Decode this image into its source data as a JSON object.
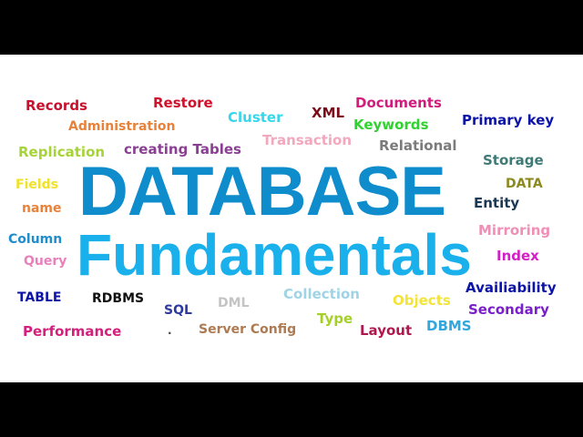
{
  "title": {
    "line1": "DATABASE",
    "line2": "Fundamentals",
    "line1_color": "#0e8ccc",
    "line2_color": "#1ab0ec"
  },
  "words": [
    {
      "text": "Records",
      "color": "#c8102e"
    },
    {
      "text": "Restore",
      "color": "#d0112b"
    },
    {
      "text": "Administration",
      "color": "#e8823a"
    },
    {
      "text": "Cluster",
      "color": "#35d7ea"
    },
    {
      "text": "XML",
      "color": "#7a0c1a"
    },
    {
      "text": "Documents",
      "color": "#d11c7e"
    },
    {
      "text": "Keywords",
      "color": "#2fd22f"
    },
    {
      "text": "Primary key",
      "color": "#0c14a8"
    },
    {
      "text": "Replication",
      "color": "#a6d437"
    },
    {
      "text": "creating Tables",
      "color": "#8b3f93"
    },
    {
      "text": "Transaction",
      "color": "#f2a8be"
    },
    {
      "text": "Relational",
      "color": "#7b7b7b"
    },
    {
      "text": "Storage",
      "color": "#3e7b76"
    },
    {
      "text": "Fields",
      "color": "#f0e22a"
    },
    {
      "text": "DATA",
      "color": "#8c8a1e"
    },
    {
      "text": "name",
      "color": "#e8823a"
    },
    {
      "text": "Entity",
      "color": "#1c3954"
    },
    {
      "text": "Mirroring",
      "color": "#f08fb6"
    },
    {
      "text": "Column",
      "color": "#1f8ccc"
    },
    {
      "text": "Query",
      "color": "#e97fbc"
    },
    {
      "text": "Index",
      "color": "#d41fc7"
    },
    {
      "text": "Availiability",
      "color": "#0c14a8"
    },
    {
      "text": "TABLE",
      "color": "#0c14a8"
    },
    {
      "text": "RDBMS",
      "color": "#111111"
    },
    {
      "text": "DML",
      "color": "#c4c4c4"
    },
    {
      "text": "Collection",
      "color": "#9fd4e6"
    },
    {
      "text": "Objects",
      "color": "#f2e43a"
    },
    {
      "text": "Secondary",
      "color": "#7a1fc9"
    },
    {
      "text": "SQL",
      "color": "#2f3aa0"
    },
    {
      "text": "Type",
      "color": "#a6cf2a"
    },
    {
      "text": "Performance",
      "color": "#d41f7d"
    },
    {
      "text": ".",
      "color": "#444444"
    },
    {
      "text": "Server Config",
      "color": "#ae7a52"
    },
    {
      "text": "Layout",
      "color": "#b0174e"
    },
    {
      "text": "DBMS",
      "color": "#33a6dc"
    }
  ]
}
